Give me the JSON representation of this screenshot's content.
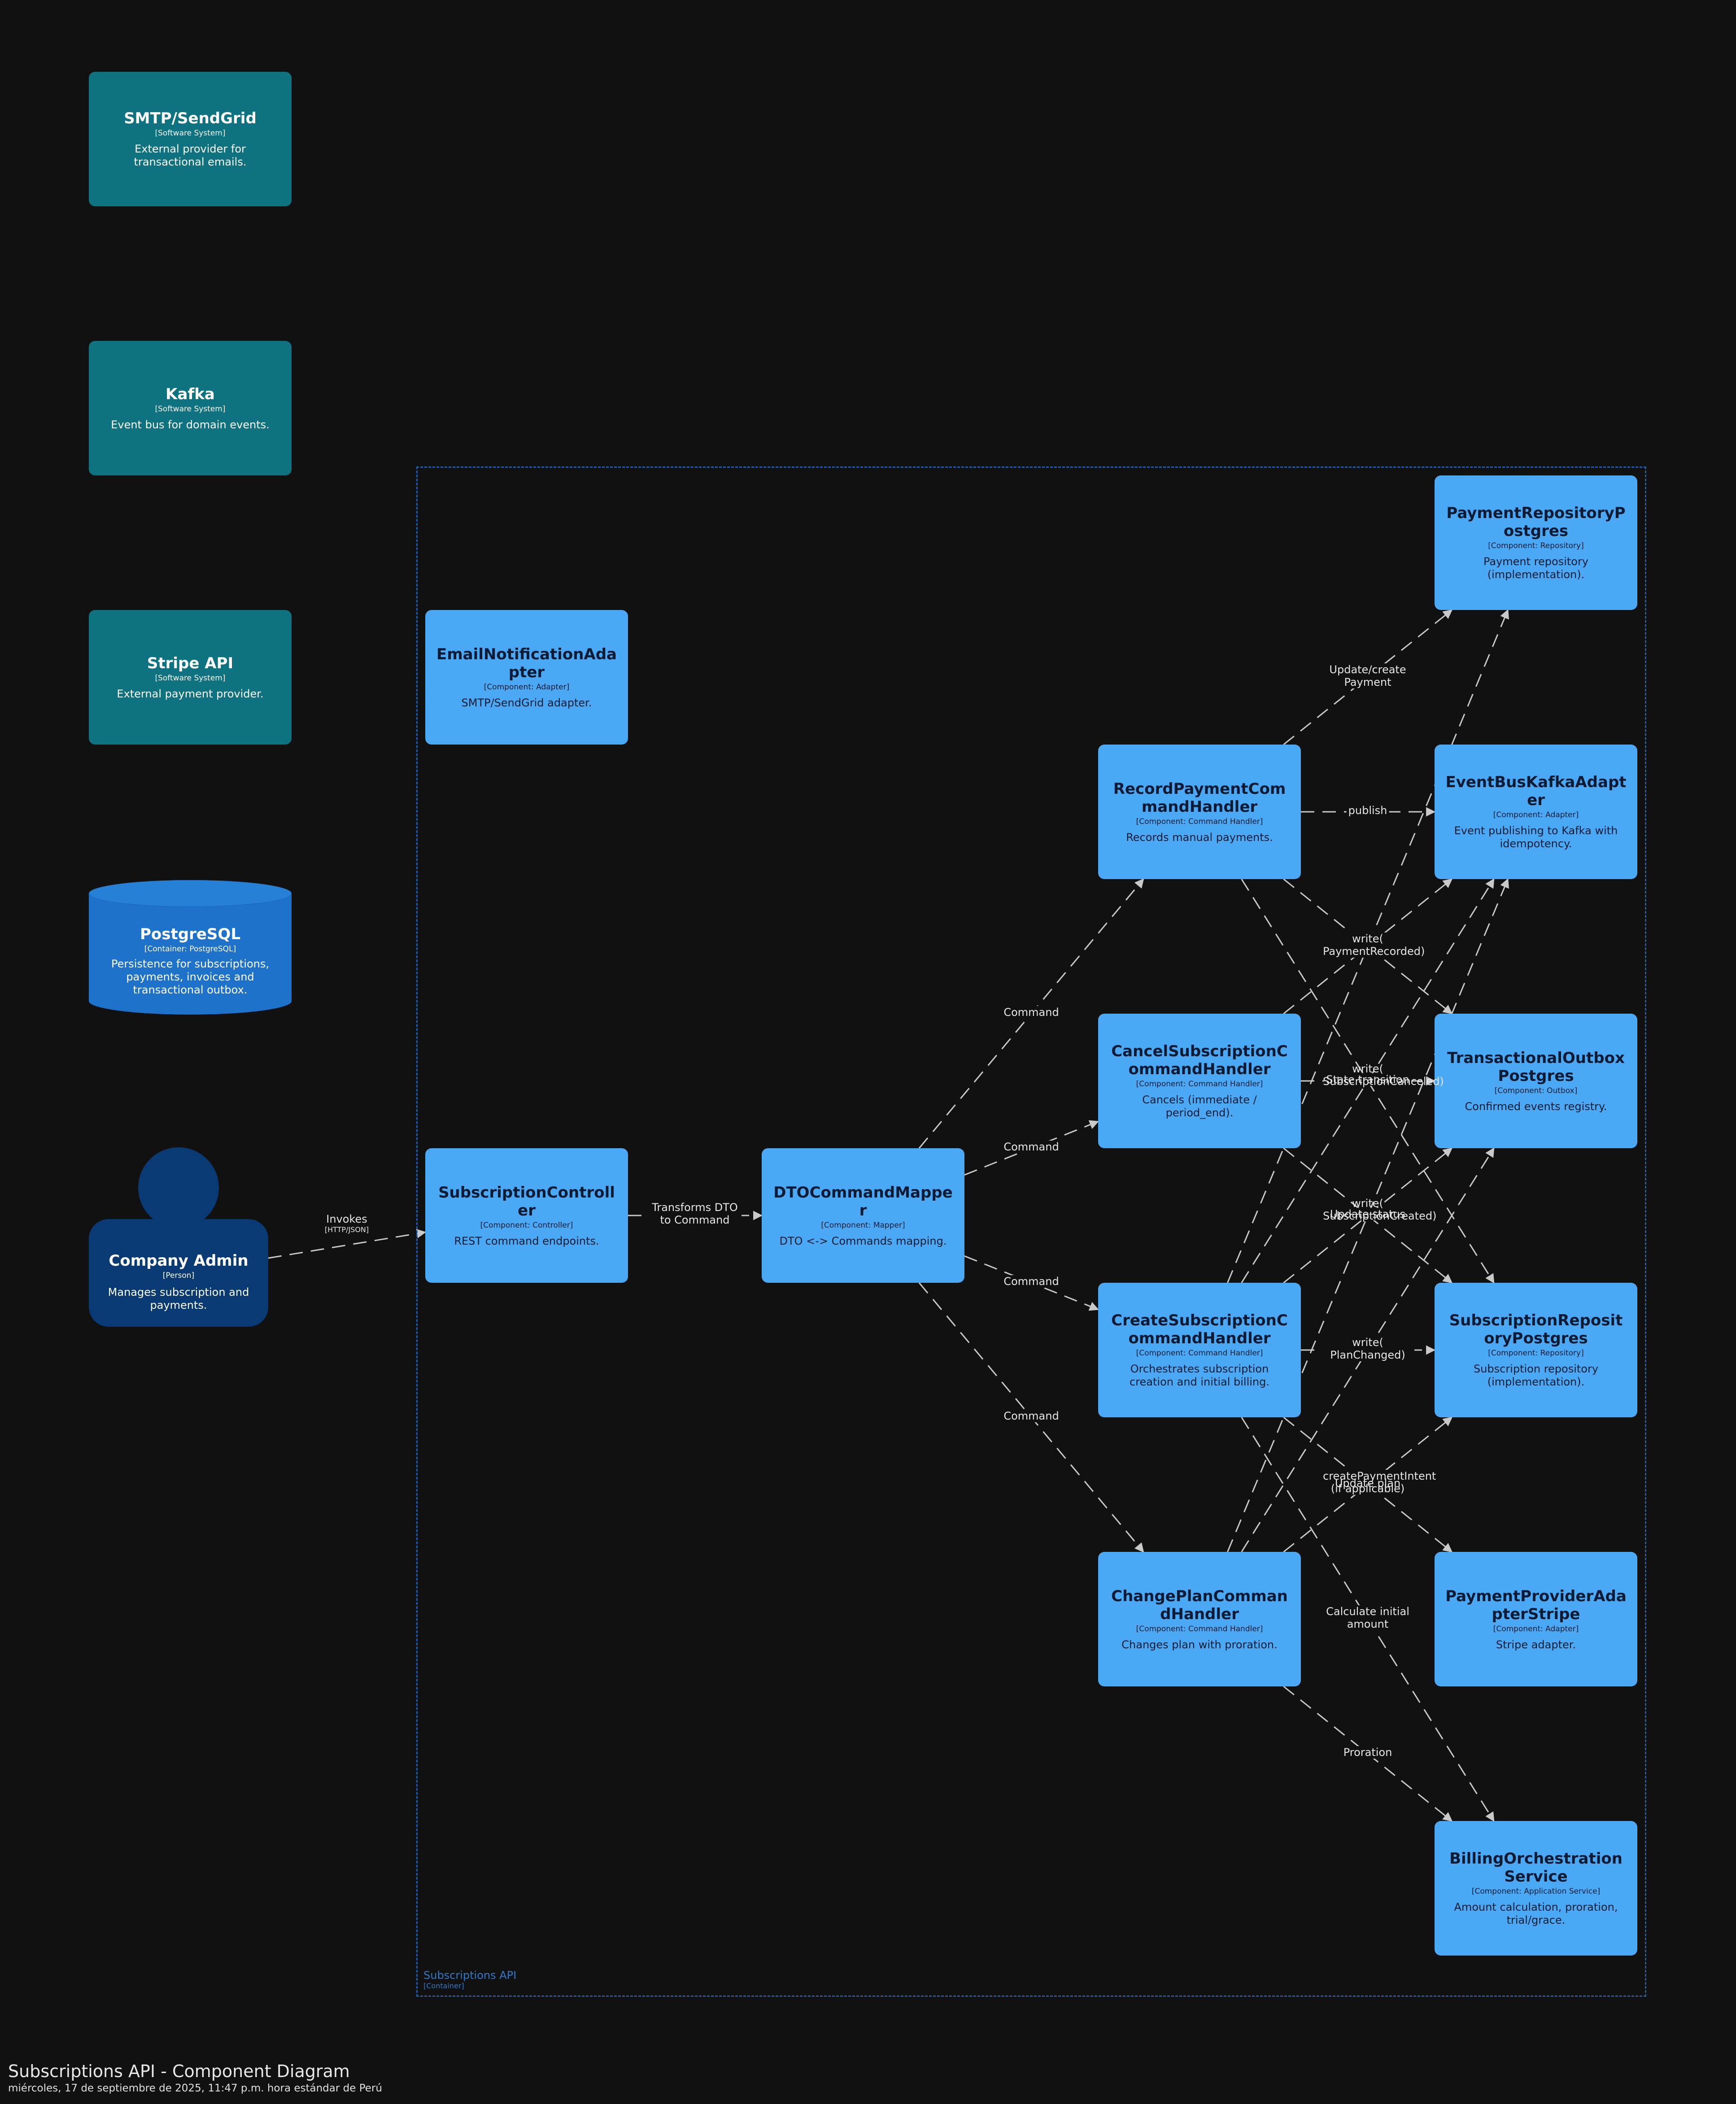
{
  "diagram": {
    "title": "Subscriptions API - Component Diagram",
    "subtitle": "miércoles, 17 de septiembre de 2025, 11:47 p.m. hora estándar de Perú",
    "boundary": {
      "name": "Subscriptions API",
      "type": "[Container]"
    },
    "colors": {
      "background": "#111111",
      "external_system": "#0e7280",
      "component": "#4aa8f5",
      "person": "#0a3a73",
      "database": "#1f72c9",
      "boundary": "#1f5ea6",
      "edge": "#c9c9c9"
    },
    "nodes": {
      "smtp": {
        "name": "SMTP/SendGrid",
        "type": "[Software System]",
        "desc": "External provider for transactional emails."
      },
      "kafka": {
        "name": "Kafka",
        "type": "[Software System]",
        "desc": "Event bus for domain events."
      },
      "stripe": {
        "name": "Stripe API",
        "type": "[Software System]",
        "desc": "External payment provider."
      },
      "postgres": {
        "name": "PostgreSQL",
        "type": "[Container: PostgreSQL]",
        "desc": "Persistence for subscriptions, payments, invoices and transactional outbox."
      },
      "admin": {
        "name": "Company Admin",
        "type": "[Person]",
        "desc": "Manages subscription and payments."
      },
      "email_adapter": {
        "name": "EmailNotificationAdapter",
        "type": "[Component: Adapter]",
        "desc": "SMTP/SendGrid adapter."
      },
      "controller": {
        "name": "SubscriptionController",
        "type": "[Component: Controller]",
        "desc": "REST command endpoints."
      },
      "mapper": {
        "name": "DTOCommandMapper",
        "type": "[Component: Mapper]",
        "desc": "DTO <-> Commands mapping."
      },
      "record_payment": {
        "name": "RecordPaymentCommandHandler",
        "type": "[Component: Command Handler]",
        "desc": "Records manual payments."
      },
      "cancel_sub": {
        "name": "CancelSubscriptionCommandHandler",
        "type": "[Component: Command Handler]",
        "desc": "Cancels (immediate / period_end)."
      },
      "create_sub": {
        "name": "CreateSubscriptionCommandHandler",
        "type": "[Component: Command Handler]",
        "desc": "Orchestrates subscription creation and initial billing."
      },
      "change_plan": {
        "name": "ChangePlanCommandHandler",
        "type": "[Component: Command Handler]",
        "desc": "Changes plan with proration."
      },
      "payment_repo": {
        "name": "PaymentRepositoryPostgres",
        "type": "[Component: Repository]",
        "desc": "Payment repository (implementation)."
      },
      "eventbus": {
        "name": "EventBusKafkaAdapter",
        "type": "[Component: Adapter]",
        "desc": "Event publishing to Kafka with idempotency."
      },
      "outbox": {
        "name": "TransactionalOutboxPostgres",
        "type": "[Component: Outbox]",
        "desc": "Confirmed events registry."
      },
      "sub_repo": {
        "name": "SubscriptionRepositoryPostgres",
        "type": "[Component: Repository]",
        "desc": "Subscription repository (implementation)."
      },
      "payment_provider": {
        "name": "PaymentProviderAdapterStripe",
        "type": "[Component: Adapter]",
        "desc": "Stripe adapter."
      },
      "billing": {
        "name": "BillingOrchestrationService",
        "type": "[Component: Application Service]",
        "desc": "Amount calculation, proration, trial/grace."
      }
    },
    "edges": [
      {
        "from": "admin",
        "to": "controller",
        "label": "Invokes",
        "tech": "[HTTP/JSON]"
      },
      {
        "from": "controller",
        "to": "mapper",
        "label": "Transforms DTO to Command",
        "tech": ""
      },
      {
        "from": "mapper",
        "to": "record_payment",
        "label": "Command",
        "tech": ""
      },
      {
        "from": "mapper",
        "to": "cancel_sub",
        "label": "Command",
        "tech": ""
      },
      {
        "from": "mapper",
        "to": "create_sub",
        "label": "Command",
        "tech": ""
      },
      {
        "from": "mapper",
        "to": "change_plan",
        "label": "Command",
        "tech": ""
      },
      {
        "from": "record_payment",
        "to": "payment_repo",
        "label": "Update/create Payment",
        "tech": ""
      },
      {
        "from": "record_payment",
        "to": "eventbus",
        "label": "publish",
        "tech": ""
      },
      {
        "from": "record_payment",
        "to": "outbox",
        "label": "write( PaymentRecorded)",
        "tech": ""
      },
      {
        "from": "record_payment",
        "to": "sub_repo",
        "label": "",
        "tech": ""
      },
      {
        "from": "cancel_sub",
        "to": "eventbus",
        "label": "",
        "tech": ""
      },
      {
        "from": "cancel_sub",
        "to": "sub_repo",
        "label": "State transition",
        "tech": ""
      },
      {
        "from": "cancel_sub",
        "to": "outbox",
        "label": "write( SubscriptionCanceled)",
        "tech": ""
      },
      {
        "from": "create_sub",
        "to": "sub_repo",
        "label": "Update status",
        "tech": ""
      },
      {
        "from": "create_sub",
        "to": "payment_repo",
        "label": "",
        "tech": ""
      },
      {
        "from": "create_sub",
        "to": "eventbus",
        "label": "",
        "tech": ""
      },
      {
        "from": "create_sub",
        "to": "outbox",
        "label": "write( SubscriptionCreated)",
        "tech": ""
      },
      {
        "from": "create_sub",
        "to": "payment_provider",
        "label": "createPaymentIntent (if applicable)",
        "tech": ""
      },
      {
        "from": "create_sub",
        "to": "billing",
        "label": "Calculate initial amount",
        "tech": ""
      },
      {
        "from": "change_plan",
        "to": "sub_repo",
        "label": "Update plan",
        "tech": ""
      },
      {
        "from": "change_plan",
        "to": "outbox",
        "label": "write( PlanChanged)",
        "tech": ""
      },
      {
        "from": "change_plan",
        "to": "eventbus",
        "label": "",
        "tech": ""
      },
      {
        "from": "change_plan",
        "to": "billing",
        "label": "Proration",
        "tech": ""
      }
    ]
  }
}
